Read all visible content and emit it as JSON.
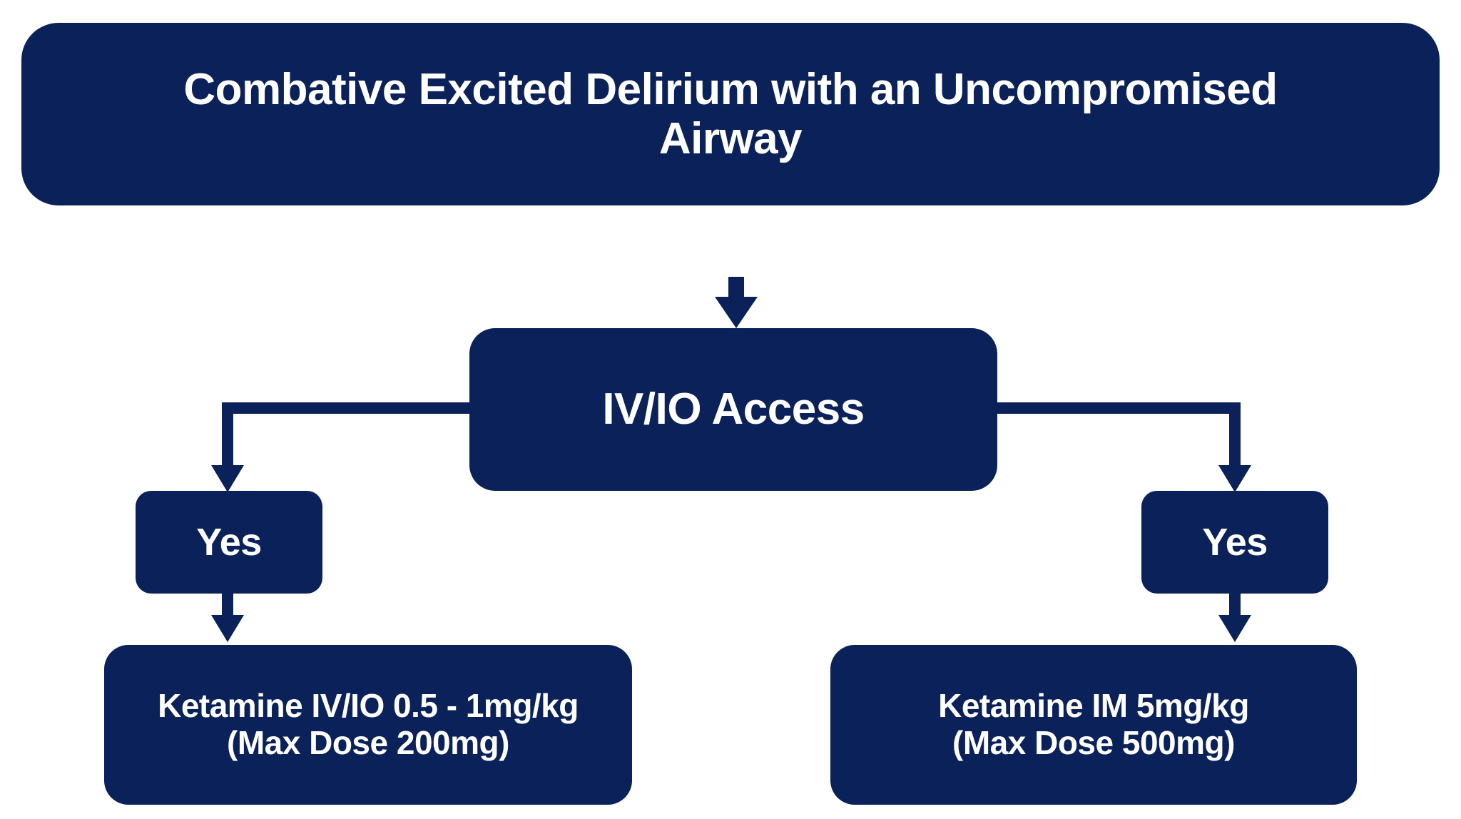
{
  "diagram": {
    "type": "flowchart",
    "title": "Combative Excited Delirium with an Uncompromised Airway",
    "colors": {
      "node_fill": "#0a2159",
      "node_text": "#ffffff",
      "connector": "#0a2159",
      "background": "#ffffff"
    },
    "nodes": {
      "title": {
        "label": "Combative Excited Delirium with an Uncompromised Airway",
        "line1": "Combative Excited Delirium with an Uncompromised",
        "line2": "Airway",
        "shape": "rounded-rectangle"
      },
      "decision": {
        "label": "IV/IO Access",
        "shape": "rounded-rectangle"
      },
      "yes_left": {
        "label": "Yes",
        "shape": "rounded-rectangle"
      },
      "yes_right": {
        "label": "Yes",
        "shape": "rounded-rectangle"
      },
      "treatment_left": {
        "label": "Ketamine IV/IO 0.5 - 1mg/kg (Max Dose 200mg)",
        "line1": "Ketamine IV/IO 0.5 - 1mg/kg",
        "line2": "(Max Dose 200mg)",
        "drug": "Ketamine",
        "route": "IV/IO",
        "dose": "0.5 - 1mg/kg",
        "max_dose": "200mg",
        "shape": "rounded-rectangle"
      },
      "treatment_right": {
        "label": "Ketamine IM 5mg/kg (Max Dose 500mg)",
        "line1": "Ketamine IM 5mg/kg",
        "line2": "(Max Dose 500mg)",
        "drug": "Ketamine",
        "route": "IM",
        "dose": "5mg/kg",
        "max_dose": "500mg",
        "shape": "rounded-rectangle"
      }
    },
    "edges": [
      {
        "from": "title",
        "to": "decision",
        "label": "",
        "style": "arrow-down"
      },
      {
        "from": "decision",
        "to": "yes_left",
        "label": "",
        "style": "elbow-left-down-arrow"
      },
      {
        "from": "decision",
        "to": "yes_right",
        "label": "",
        "style": "elbow-right-down-arrow"
      },
      {
        "from": "yes_left",
        "to": "treatment_left",
        "label": "",
        "style": "arrow-down"
      },
      {
        "from": "yes_right",
        "to": "treatment_right",
        "label": "",
        "style": "arrow-down"
      }
    ]
  }
}
